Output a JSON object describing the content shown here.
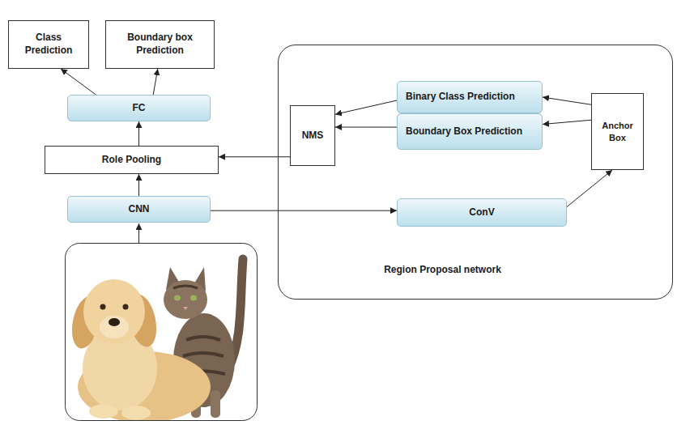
{
  "diagram": {
    "nodes": [
      {
        "text": [
          "Class Prediction"
        ]
      },
      {
        "text": [
          "Boundary box Prediction"
        ]
      },
      {
        "text": [
          "FC"
        ]
      },
      {
        "text": [
          "Region Proposal network"
        ]
      },
      {
        "text": [
          "Binary Class Prediction"
        ],
        "in": 3
      },
      {
        "text": [
          "Boundary Box Prediction"
        ],
        "in": 3
      },
      {
        "text": [
          "Anchor Box"
        ],
        "in": 3
      },
      {
        "text": [
          "NMS"
        ],
        "in": 3
      },
      {
        "text": [
          "Role Pooling"
        ]
      },
      {
        "text": [
          "ConV"
        ],
        "in": 3
      },
      {
        "text": [
          "CNN"
        ]
      }
    ],
    "edges": [
      {
        "from": 2,
        "to": 0,
        "arrow": "to"
      },
      {
        "from": 2,
        "to": 1,
        "arrow": "to"
      },
      {
        "from": 8,
        "to": 2,
        "arrow": "to"
      },
      {
        "from": 10,
        "to": 8,
        "arrow": "to"
      },
      {
        "from": 10,
        "to": 9,
        "arrow": "to"
      },
      {
        "from": 9,
        "to": 6,
        "arrow": "to"
      },
      {
        "from": 6,
        "to": 4,
        "arrow": "to"
      },
      {
        "from": 6,
        "to": 5,
        "arrow": "to"
      },
      {
        "from": 4,
        "to": 7,
        "arrow": "to"
      },
      {
        "from": 5,
        "to": 7,
        "arrow": "to"
      },
      {
        "from": 7,
        "to": 8,
        "arrow": "to"
      }
    ]
  }
}
